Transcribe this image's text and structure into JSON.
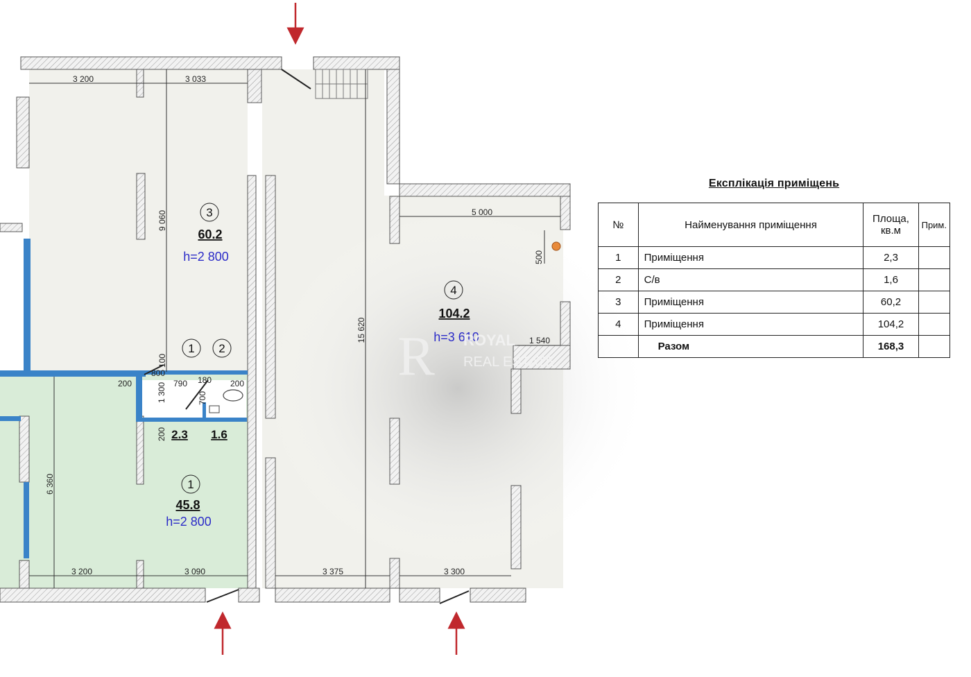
{
  "rooms": [
    {
      "number": "1",
      "area": "2.3"
    },
    {
      "number": "2",
      "area": "1.6"
    },
    {
      "number": "3",
      "area": "60.2",
      "height": "h=2 800"
    },
    {
      "number": "4",
      "area": "104.2",
      "height": "h=3 610"
    },
    {
      "number": "1",
      "area": "45.8",
      "height": "h=2 800"
    }
  ],
  "dimensions": {
    "top_left": "3 200",
    "top_mid": "3 033",
    "room3_vertical": "9 060",
    "corridor_vertical": "15 620",
    "room4_width": "5 000",
    "room4_niche": "500",
    "room4_step": "1 540",
    "bottom_left": "3 200",
    "bottom_mid": "3 090",
    "bottom_corr": "3 375",
    "bottom_right": "3 300",
    "room1_vertical": "6 360",
    "wc_a": "800",
    "wc_b": "790",
    "wc_c": "180",
    "wc_d": "200",
    "wc_e": "1 300",
    "wc_f": "700",
    "wc_g": "200",
    "wc_h": "200",
    "wc_i": "100"
  },
  "watermark": {
    "line1": "ROYAL",
    "line2": "REAL ESTATE"
  },
  "explication": {
    "title": "Експлікація приміщень",
    "headers": {
      "no": "№",
      "name": "Найменування приміщення",
      "area": "Площа, кв.м",
      "note": "Прим."
    },
    "rows": [
      {
        "no": "1",
        "name": "Приміщення",
        "area": "2,3"
      },
      {
        "no": "2",
        "name": "С/в",
        "area": "1,6"
      },
      {
        "no": "3",
        "name": "Приміщення",
        "area": "60,2"
      },
      {
        "no": "4",
        "name": "Приміщення",
        "area": "104,2"
      }
    ],
    "total": {
      "label": "Разом",
      "area": "168,3"
    }
  },
  "colors": {
    "wall": "#e8e8e8",
    "floor": "#f1f1ec",
    "green_room": "#d9ecd8",
    "blue_wall": "#3a83c8",
    "arrow": "#c0282d",
    "height_text": "#2c2cc8"
  }
}
